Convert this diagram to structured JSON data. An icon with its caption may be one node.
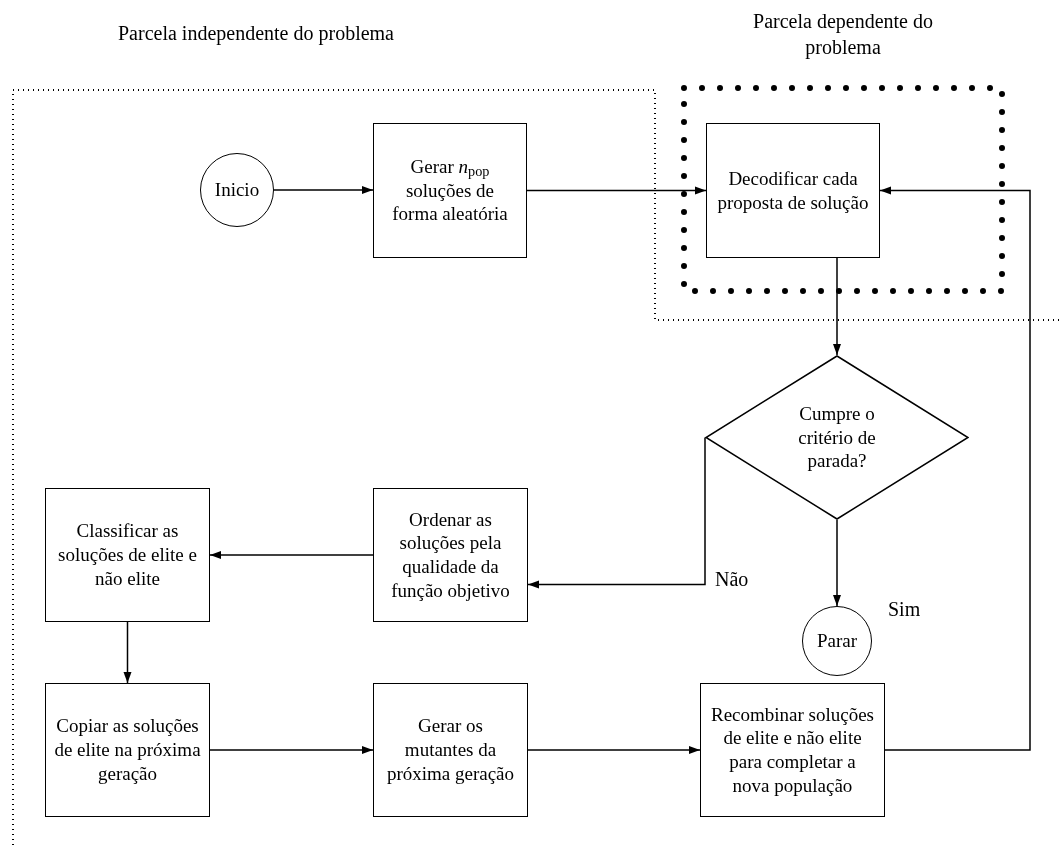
{
  "diagram": {
    "nodes": [
      {
        "text": [
          "Parcela independente do problema"
        ]
      },
      {
        "text": [
          "Parcela dependente do problema"
        ],
        "in": 0
      },
      {
        "text": [
          "Inicio"
        ],
        "in": 0
      },
      {
        "text": [
          "Gerar *n*$_{pop}$ soluções de forma aleatória"
        ],
        "in": 0
      },
      {
        "text": [
          "Decodificar cada proposta de solução"
        ],
        "in": 1
      },
      {
        "text": [
          "Cumpre o critério de parada?"
        ],
        "in": 0
      },
      {
        "text": [
          "Ordenar as soluções pela qualidade da função objetivo"
        ],
        "in": 0
      },
      {
        "text": [
          "Classificar as soluções de elite e não elite"
        ],
        "in": 0
      },
      {
        "text": [
          "Parar"
        ],
        "in": 0
      },
      {
        "text": [
          "Copiar as soluções de elite na próxima geração"
        ],
        "in": 0
      },
      {
        "text": [
          "Gerar os mutantes da próxima geração"
        ],
        "in": 0
      },
      {
        "text": [
          "Recombinar soluções de elite e não elite para completar a nova população"
        ],
        "in": 0
      }
    ],
    "edges": [
      {
        "from": 2,
        "to": 3,
        "arrow": "to"
      },
      {
        "from": 3,
        "to": 4,
        "arrow": "to"
      },
      {
        "from": 4,
        "to": 5,
        "arrow": "to"
      },
      {
        "from": 5,
        "to": 6,
        "arrow": "to",
        "label": "Não"
      },
      {
        "from": 5,
        "to": 8,
        "arrow": "to",
        "label": "Sim"
      },
      {
        "from": 6,
        "to": 7,
        "arrow": "to"
      },
      {
        "from": 7,
        "to": 9,
        "arrow": "to"
      },
      {
        "from": 9,
        "to": 10,
        "arrow": "to"
      },
      {
        "from": 10,
        "to": 11,
        "arrow": "to"
      },
      {
        "from": 11,
        "to": 4,
        "arrow": "to"
      }
    ]
  }
}
